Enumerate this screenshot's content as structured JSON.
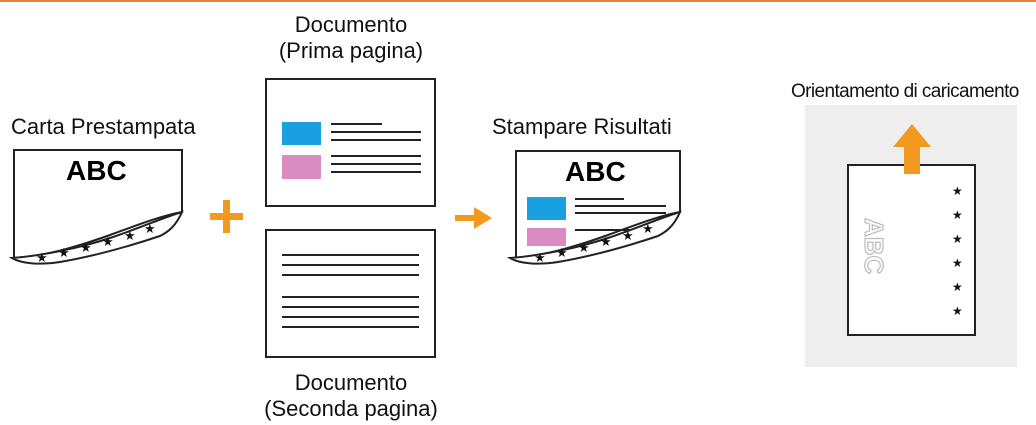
{
  "colors": {
    "rule": "#e8823a",
    "accent": "#f39a1e",
    "block_blue": "#1aa0e0",
    "block_pink": "#d88cc0",
    "line": "#222222",
    "panel_bg": "#eeeeee"
  },
  "labels": {
    "preprinted": "Carta Prestampata",
    "doc_first_1": "Documento",
    "doc_first_2": "(Prima pagina)",
    "result": "Stampare Risultati",
    "doc_second_1": "Documento",
    "doc_second_2": "(Seconda pagina)",
    "orientation": "Orientamento di caricamento"
  },
  "sheets": {
    "preprinted_text": "ABC",
    "result_text": "ABC",
    "loaded_text": "ABC",
    "star": "★"
  },
  "icons": {
    "plus": "plus-icon",
    "arrow_right": "arrow-right-icon",
    "arrow_up": "arrow-up-icon"
  }
}
